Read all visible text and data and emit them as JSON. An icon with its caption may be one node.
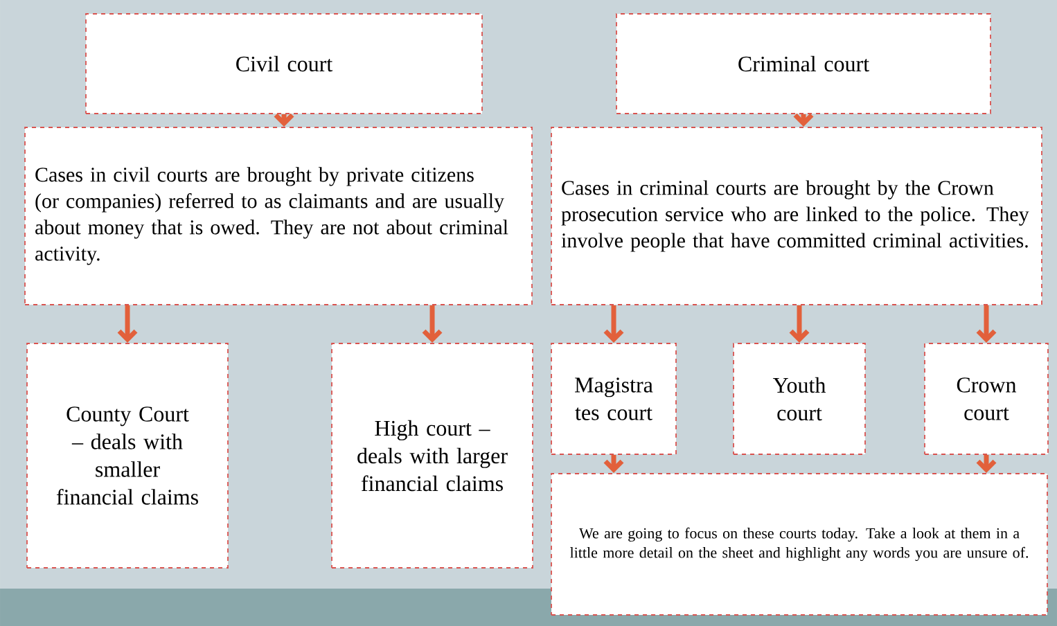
{
  "diagram": {
    "nodes": [
      {
        "text": [
          "Civil court"
        ]
      },
      {
        "text": [
          "Criminal court"
        ]
      },
      {
        "text": [
          "Cases in civil courts are brought by private citizens (or companies) referred to as claimants and are usually about money that is owed. They are not about criminal activity."
        ]
      },
      {
        "text": [
          "Cases in criminal courts are brought by the Crown prosecution service who are linked to the police. They involve people that have committed criminal activities."
        ]
      },
      {
        "text": [
          "County Court – deals with smaller financial claims"
        ]
      },
      {
        "text": [
          "High court – deals with larger financial claims"
        ]
      },
      {
        "text": [
          "Magistra tes court"
        ]
      },
      {
        "text": [
          "Youth court"
        ]
      },
      {
        "text": [
          "Crown court"
        ]
      },
      {
        "text": [
          "We are going to focus on these courts today. Take a look at them in a little more detail on the sheet and highlight any words you are unsure of."
        ]
      }
    ],
    "edges": [
      {
        "from": 0,
        "to": 2,
        "arrow": "to"
      },
      {
        "from": 1,
        "to": 3,
        "arrow": "to"
      },
      {
        "from": 2,
        "to": 4,
        "arrow": "to"
      },
      {
        "from": 2,
        "to": 5,
        "arrow": "to"
      },
      {
        "from": 3,
        "to": 6,
        "arrow": "to"
      },
      {
        "from": 3,
        "to": 7,
        "arrow": "to"
      },
      {
        "from": 3,
        "to": 8,
        "arrow": "to"
      },
      {
        "from": 6,
        "to": 9,
        "arrow": "to"
      },
      {
        "from": 8,
        "to": 9,
        "arrow": "to"
      }
    ]
  }
}
